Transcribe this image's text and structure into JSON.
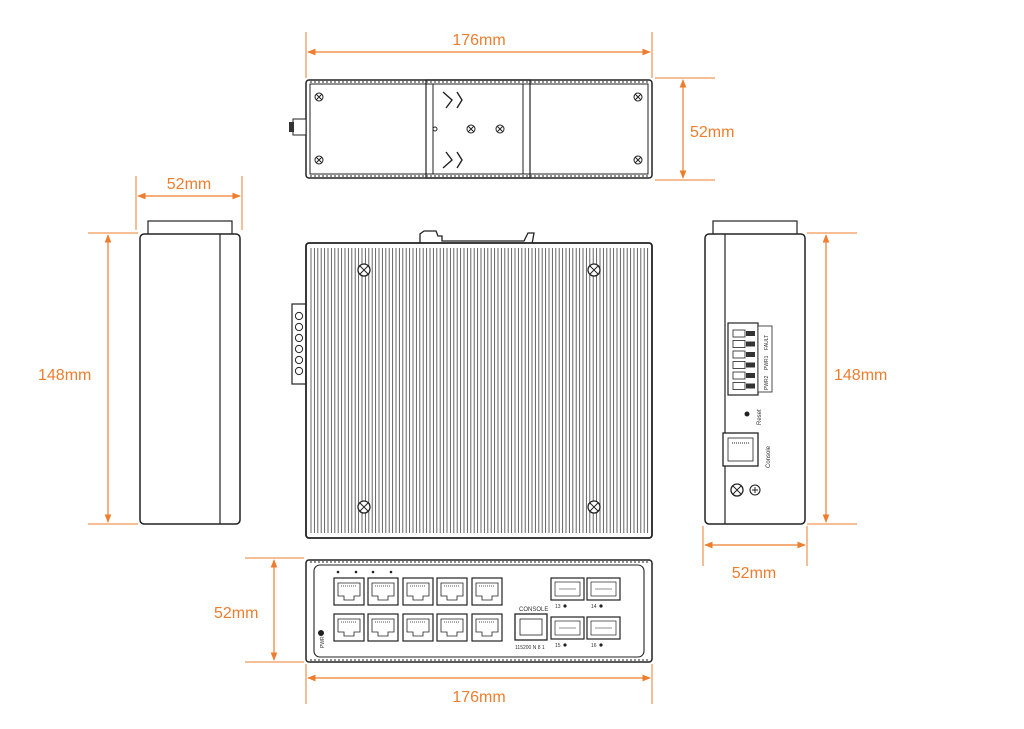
{
  "colors": {
    "dimension": "#ee7d2e",
    "outline": "#222222",
    "body": "#ffffff",
    "fin": "#444444"
  },
  "dimensions": {
    "top_width": {
      "value": "176",
      "unit": "mm"
    },
    "top_depth": {
      "value": "52",
      "unit": "mm"
    },
    "left_width": {
      "value": "52",
      "unit": "mm"
    },
    "left_height": {
      "value": "148",
      "unit": "mm"
    },
    "right_height": {
      "value": "148",
      "unit": "mm"
    },
    "right_width": {
      "value": "52",
      "unit": "mm"
    },
    "front_depth": {
      "value": "52",
      "unit": "mm"
    },
    "bottom_width": {
      "value": "176",
      "unit": "mm"
    }
  },
  "right_panel": {
    "terminal_labels": [
      "PWR2",
      "PWR1",
      "FAULT"
    ],
    "reset_label": "Reset",
    "console_label": "Console"
  },
  "front_panel": {
    "console_label": "CONSOLE",
    "console_sub": "115200 N 8 1",
    "pwr_label": "PWR",
    "sfp_labels": [
      "13",
      "14",
      "15",
      "16"
    ]
  }
}
